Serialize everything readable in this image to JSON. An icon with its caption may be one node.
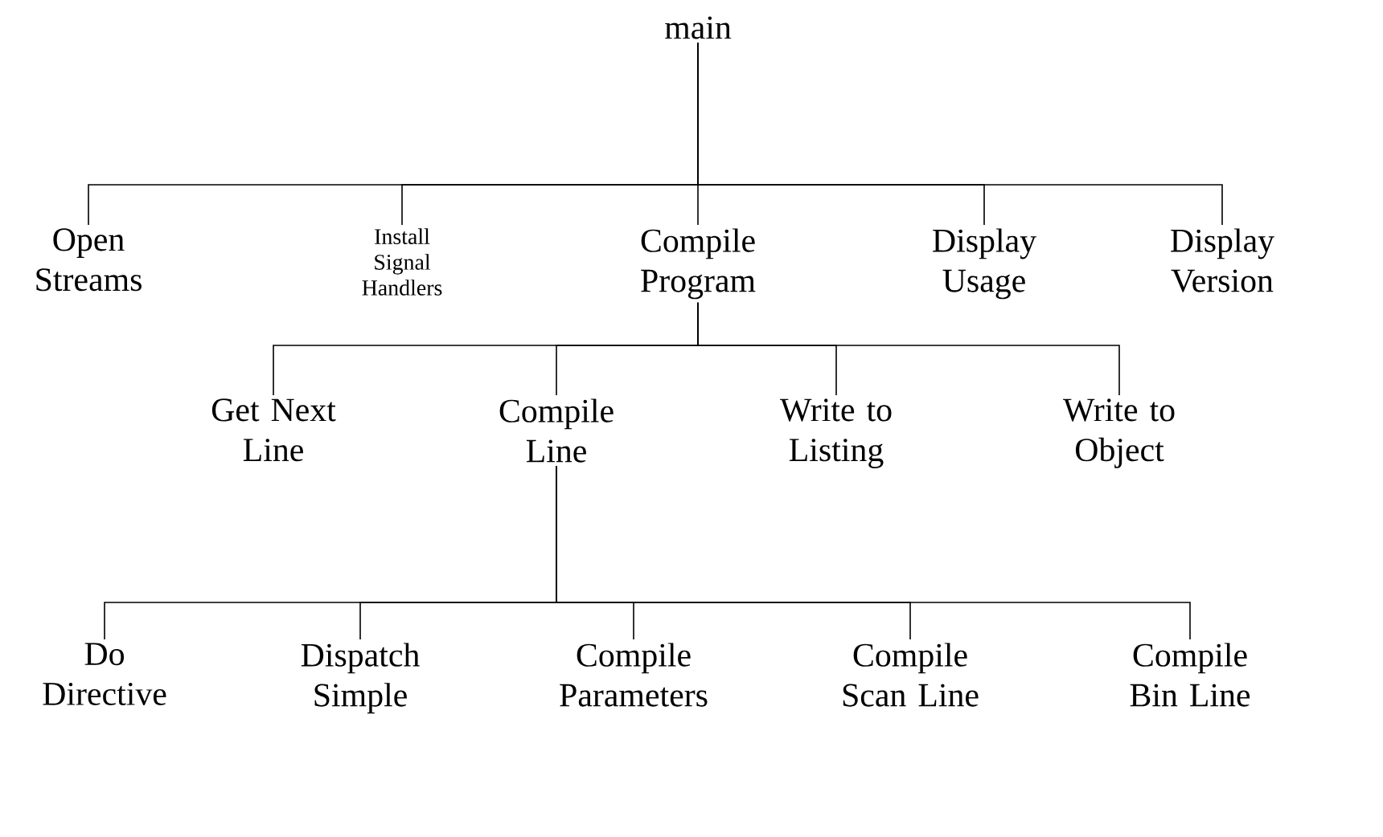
{
  "diagram": {
    "nodes": [
      {
        "text": [
          "main"
        ]
      },
      {
        "text": [
          "Open Streams"
        ]
      },
      {
        "text": [
          "Install Signal Handlers"
        ]
      },
      {
        "text": [
          "Compile Program"
        ]
      },
      {
        "text": [
          "Display Usage"
        ]
      },
      {
        "text": [
          "Display Version"
        ]
      },
      {
        "text": [
          "Get Next Line"
        ]
      },
      {
        "text": [
          "Compile Line"
        ]
      },
      {
        "text": [
          "Write to Listing"
        ]
      },
      {
        "text": [
          "Write to Object"
        ]
      },
      {
        "text": [
          "Do Directive"
        ]
      },
      {
        "text": [
          "Dispatch Simple"
        ]
      },
      {
        "text": [
          "Compile Parameters"
        ]
      },
      {
        "text": [
          "Compile Scan Line"
        ]
      },
      {
        "text": [
          "Compile Bin Line"
        ]
      }
    ],
    "edges": [
      {
        "from": 0,
        "to": 1,
        "arrow": "none"
      },
      {
        "from": 0,
        "to": 2,
        "arrow": "none"
      },
      {
        "from": 0,
        "to": 3,
        "arrow": "none"
      },
      {
        "from": 0,
        "to": 4,
        "arrow": "none"
      },
      {
        "from": 0,
        "to": 5,
        "arrow": "none"
      },
      {
        "from": 3,
        "to": 6,
        "arrow": "none"
      },
      {
        "from": 3,
        "to": 7,
        "arrow": "none"
      },
      {
        "from": 3,
        "to": 8,
        "arrow": "none"
      },
      {
        "from": 3,
        "to": 9,
        "arrow": "none"
      },
      {
        "from": 7,
        "to": 10,
        "arrow": "none"
      },
      {
        "from": 7,
        "to": 11,
        "arrow": "none"
      },
      {
        "from": 7,
        "to": 12,
        "arrow": "none"
      },
      {
        "from": 7,
        "to": 13,
        "arrow": "none"
      },
      {
        "from": 7,
        "to": 14,
        "arrow": "none"
      }
    ]
  }
}
